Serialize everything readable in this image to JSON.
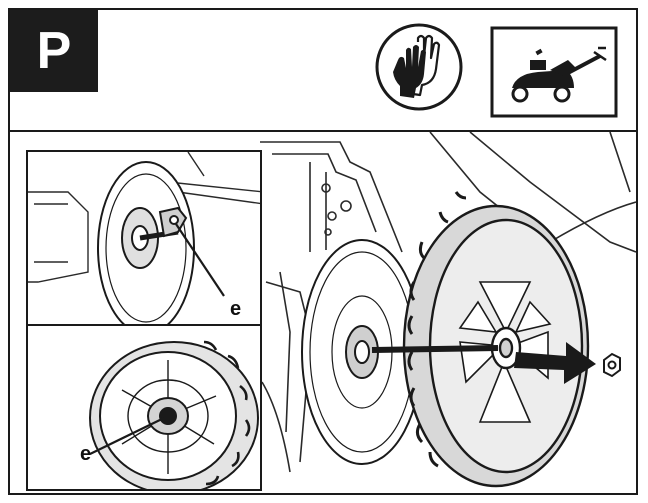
{
  "header": {
    "step_letter": "P"
  },
  "icons": {
    "gloves": "gloves-icon",
    "mower": "lawn-mower-icon",
    "arrow": "arrow-right-icon",
    "nut": "nut-icon"
  },
  "callouts": {
    "top_inset_label": "e",
    "bottom_inset_label": "e"
  },
  "colors": {
    "frame": "#1a1a1a",
    "step_box_bg": "#1c1c1c",
    "step_box_text": "#ffffff"
  }
}
